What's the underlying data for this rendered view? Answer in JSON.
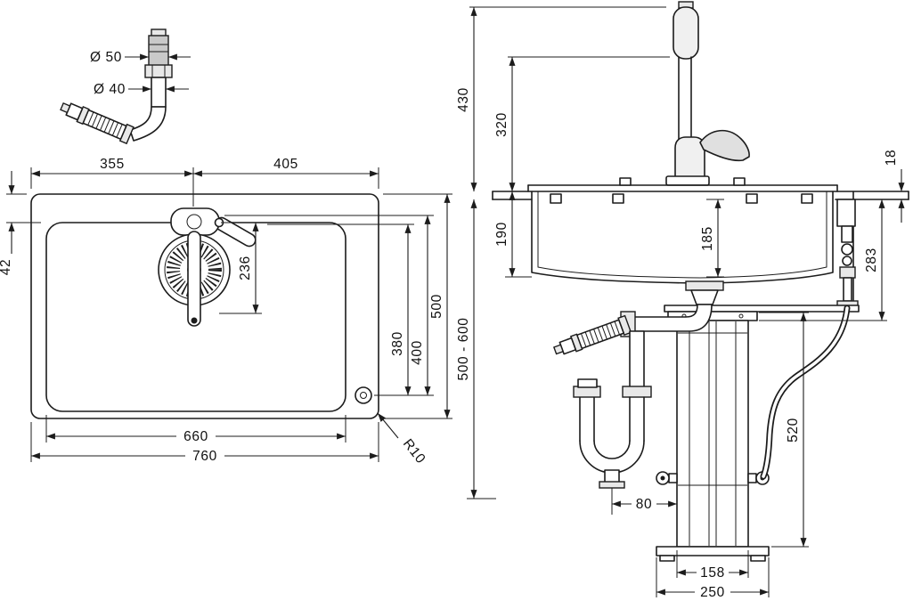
{
  "drawing": {
    "background": "#ffffff",
    "line_color": "#1c1c1c"
  },
  "top_view": {
    "dims": {
      "hose_outer_diameter": "Ø 50",
      "hose_inner_diameter": "Ø 40",
      "left_to_tap_center": "355",
      "tap_center_to_right": "405",
      "top_edge_offset": "42",
      "tap_to_drain": "236",
      "drain_axis_length": "380",
      "inner_length": "400",
      "overall_depth": "500",
      "inner_width": "660",
      "overall_width": "760",
      "corner_radius": "R10"
    }
  },
  "side_view": {
    "dims": {
      "tap_total_height": "430",
      "spout_height": "320",
      "counter_thickness": "18",
      "bowl_height": "190",
      "bowl_depth": "185",
      "under_counter_depth": "283",
      "counter_height_range": "500 - 600",
      "pedestal_height": "520",
      "trap_to_pedestal": "80",
      "pedestal_width": "158",
      "base_plate_width": "250"
    }
  }
}
